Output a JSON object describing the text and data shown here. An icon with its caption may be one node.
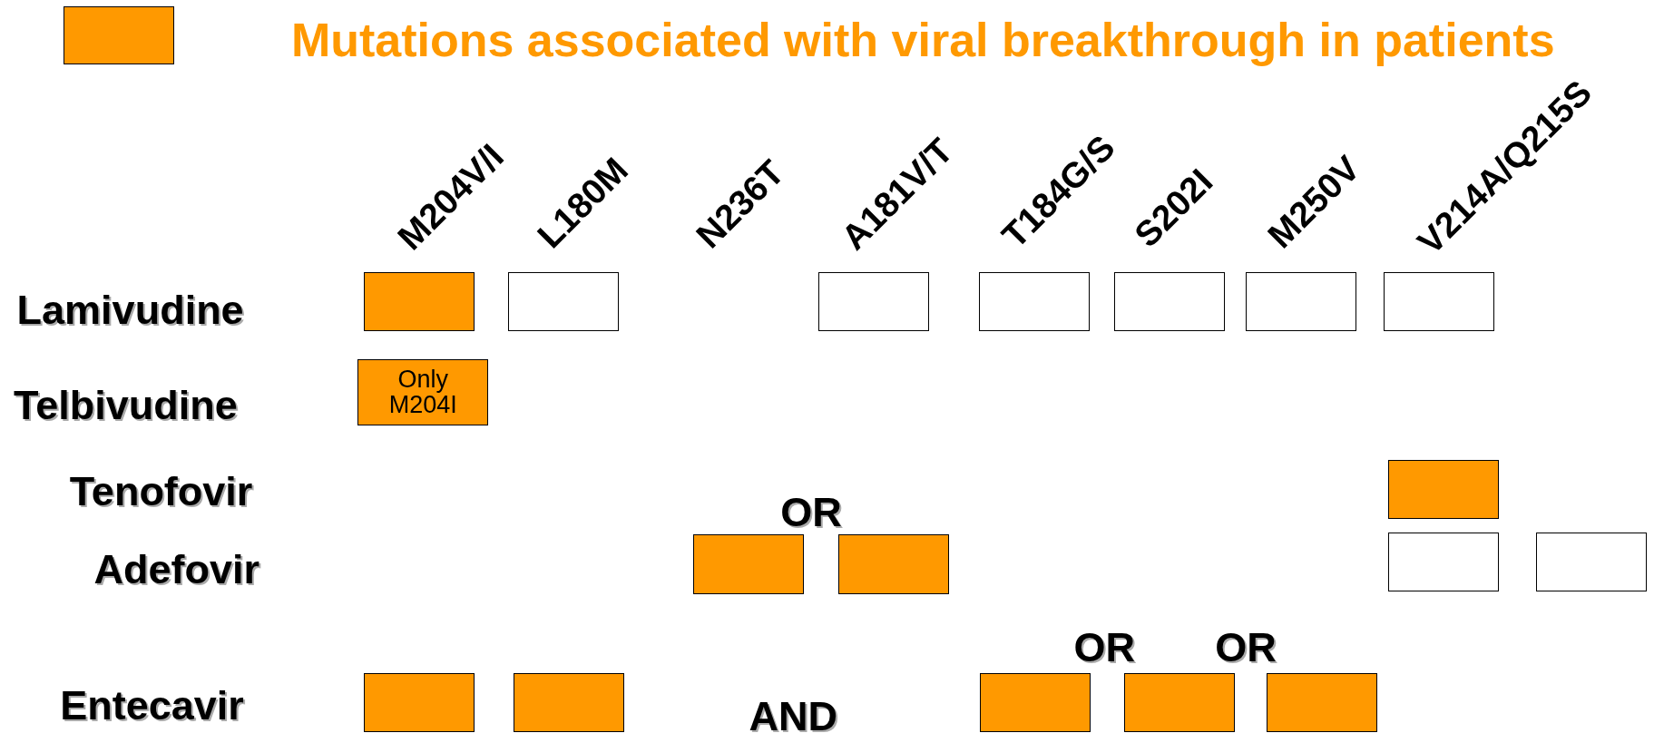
{
  "diagram": {
    "nodes": [
      {
        "text": [],
        "shape": "box"
      },
      {
        "text": [],
        "shape": "box"
      },
      {
        "text": [],
        "shape": "box"
      },
      {
        "text": [],
        "shape": "box"
      },
      {
        "text": [],
        "shape": "box"
      },
      {
        "text": [],
        "shape": "box"
      },
      {
        "text": [],
        "shape": "box"
      },
      {
        "text": [
          "Only M204I"
        ]
      },
      {
        "text": [],
        "shape": "box"
      },
      {
        "text": [],
        "shape": "box"
      },
      {
        "text": [],
        "shape": "box"
      },
      {
        "text": [],
        "shape": "box"
      },
      {
        "text": [],
        "shape": "box"
      },
      {
        "text": [],
        "shape": "box"
      },
      {
        "text": [],
        "shape": "box"
      },
      {
        "text": [],
        "shape": "box"
      },
      {
        "text": [],
        "shape": "box"
      },
      {
        "text": [],
        "shape": "box"
      }
    ],
    "labels": [
      "M204V/I",
      "L180M",
      "N236T",
      "A181V/T",
      "T184G/S",
      "S202I",
      "M250V",
      "V214A/Q215S",
      "Lamivudine",
      "Telbivudine",
      "Tenofovir",
      "OR",
      "Adefovir",
      "OR",
      "OR",
      "Entecavir",
      "AND"
    ],
    "legend": [
      {
        "text": "Mutations associated with viral breakthrough in patients",
        "color": "#ff9900"
      }
    ]
  }
}
